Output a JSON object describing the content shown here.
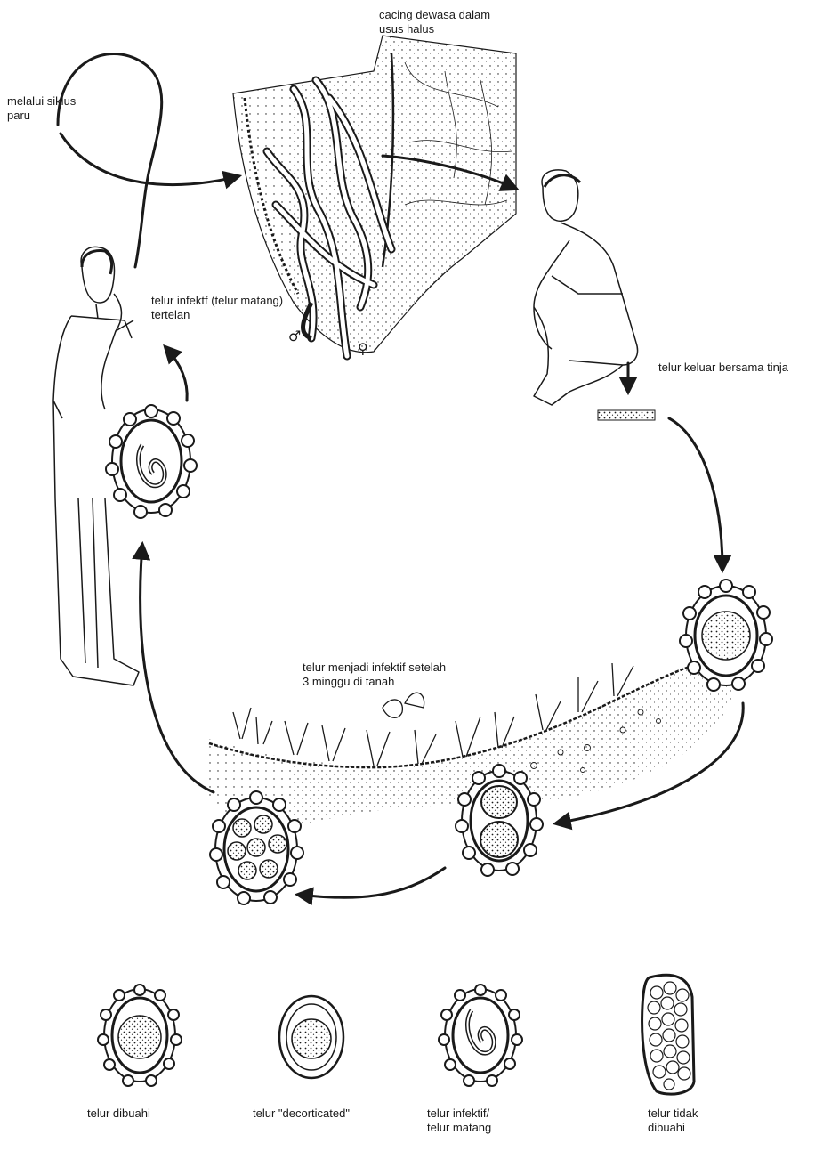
{
  "labels": {
    "adult_worms": "cacing dewasa dalam\nusus halus",
    "lung_cycle": "melalui siklus\nparu",
    "ingested": "telur infektf (telur matang)\ntertelan",
    "excreted": "telur keluar bersama tinja",
    "soil": "telur menjadi infektif setelah\n3 minggu di tanah",
    "male_symbol": "♂",
    "female_symbol": "♀"
  },
  "egg_types": [
    {
      "label": "telur dibuahi"
    },
    {
      "label": "telur \"decorticated\""
    },
    {
      "label": "telur infektif/\ntelur matang"
    },
    {
      "label": "telur tidak\ndibuahi"
    }
  ],
  "colors": {
    "ink": "#1a1a1a",
    "background": "#ffffff"
  }
}
